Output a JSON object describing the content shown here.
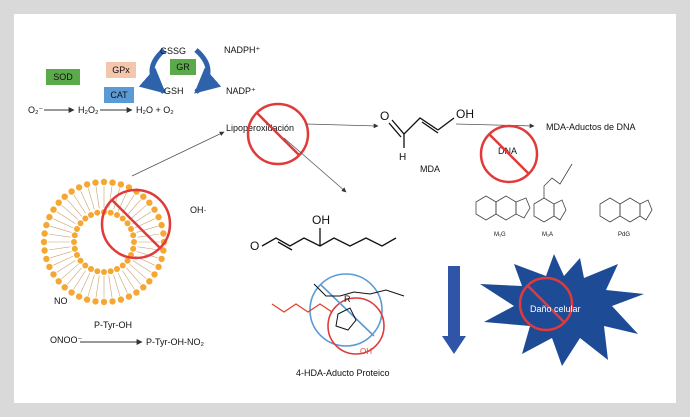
{
  "enzymes": {
    "sod": "SOD",
    "gpx": "GPx",
    "cat": "CAT",
    "gr": "GR",
    "gssg": "GSSG",
    "gsh": "GSH",
    "nadph": "NADPH⁺",
    "nadp": "NADP⁺"
  },
  "reaction": {
    "o2": "O₂⁻",
    "h2o2": "H₂O₂",
    "products": "H₂O + O₂"
  },
  "labels": {
    "lipoperoxidacion": "Lipoperoxidación",
    "mda": "MDA",
    "mda_adducts": "MDA-Aductos de DNA",
    "dna": "DNA",
    "oh_radical": "OH·",
    "no": "NO",
    "ptyr": "P-Tyr-OH",
    "onoo": "ONOO⁻",
    "ptyr_no2": "P-Tyr-OH-NO₂",
    "hda_adduct": "4-HDA-Aducto Proteico",
    "dano": "Daño celular",
    "oh_group": "OH",
    "o_atom": "O",
    "h_atom": "H",
    "r_group": "R",
    "oh_small": "OH",
    "m1g": "M₁G",
    "ma": "M₁A",
    "pdg": "PdG"
  },
  "colors": {
    "sod": "#5aa94a",
    "gpx": "#f4c6ac",
    "cat": "#5b9bd5",
    "gr": "#5aa94a",
    "arc": "#2e63ac",
    "prohibit": "#e03a3a",
    "burst": "#1e4b96",
    "arrow": "#2e55a8",
    "lipid": "#f5a733",
    "red_chain": "#e0442b"
  }
}
